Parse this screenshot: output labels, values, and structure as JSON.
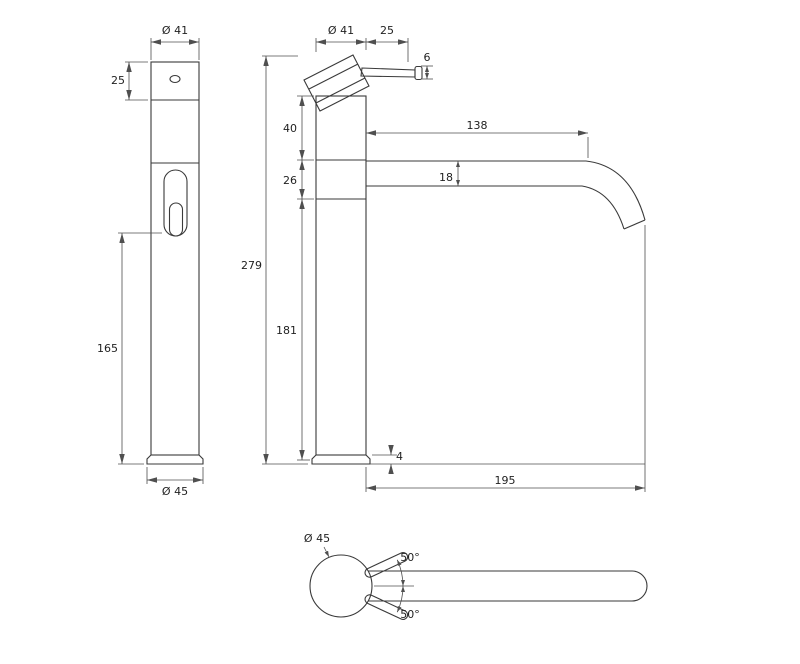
{
  "meta": {
    "background": "#ffffff",
    "object_line_color": "#3a3a3a",
    "dimension_line_color": "#4f4f4f",
    "text_color": "#1f1f1f"
  },
  "views": {
    "front": {
      "dia_top": "Ø 41",
      "cap_height": "25",
      "body_height": "165",
      "dia_base": "Ø 45"
    },
    "side": {
      "dia_top": "Ø 41",
      "handle_length": "25",
      "rod_dia": "6",
      "sec_upper": "40",
      "sec_mid": "26",
      "sec_lower": "181",
      "total_height": "279",
      "spout_length": "138",
      "spout_dia": "18",
      "base_height": "4",
      "overall_reach": "195"
    },
    "top": {
      "dia_body": "Ø 45",
      "handle_angle_upper": "50°",
      "handle_angle_lower": "50°"
    }
  }
}
